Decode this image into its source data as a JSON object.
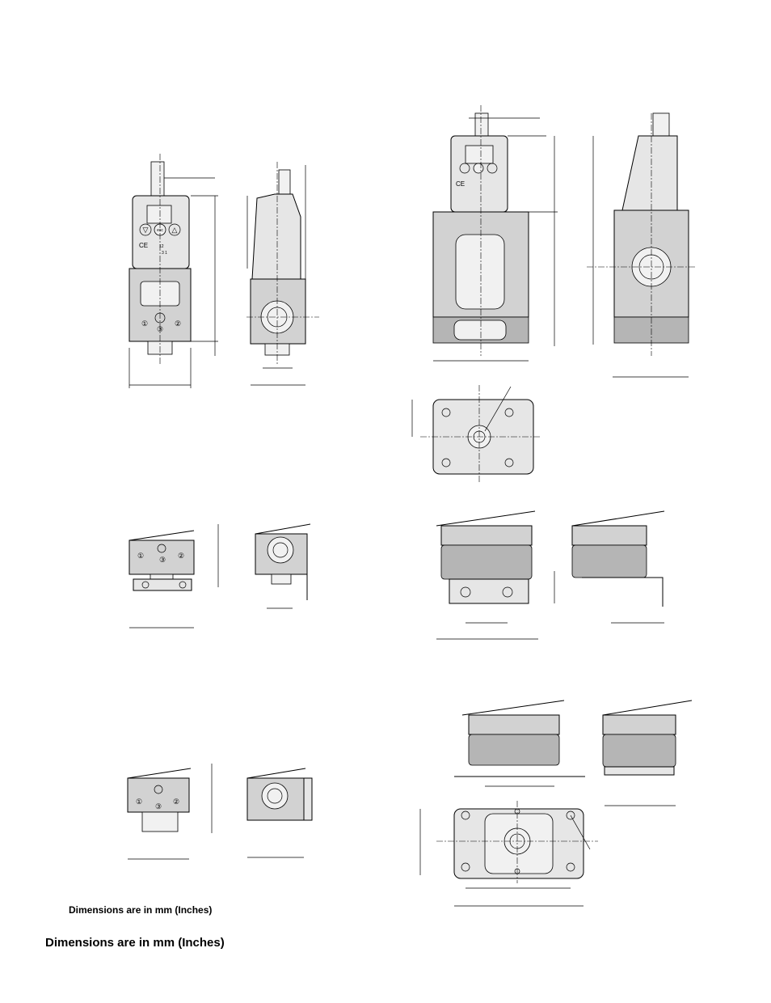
{
  "captions": {
    "small": "Dimensions are in mm (Inches)",
    "large": "Dimensions are in mm (Inches)"
  },
  "keypad": {
    "down": "▽",
    "esc": "esc",
    "up": "△"
  },
  "marks": {
    "ce": "CE",
    "schematic_label": "12",
    "schematic_ports": "3  1"
  },
  "ports": {
    "p1": "①",
    "p2": "②",
    "p3": "③"
  },
  "colors": {
    "line": "#000000",
    "body_fill": "#e6e6e6",
    "shade_fill": "#d2d2d2",
    "light_fill": "#f1f1f1"
  }
}
